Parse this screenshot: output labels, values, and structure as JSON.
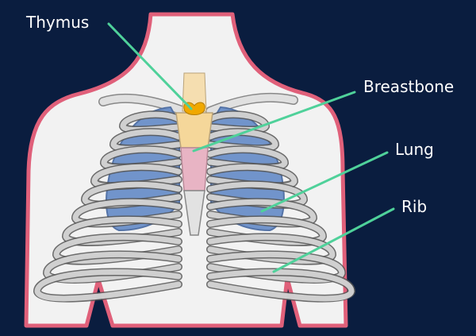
{
  "labels": {
    "thymus": "Thymus",
    "breastbone": "Breastbone",
    "lung": "Lung",
    "rib": "Rib"
  },
  "colors": {
    "background": "#0a1d3f",
    "body_fill": "#f2f2f2",
    "body_outline": "#e0607a",
    "lung": "#6b8fc9",
    "rib": "#d8d8d8",
    "rib_outline": "#555555",
    "breastbone": "#f5d79a",
    "breastbone_mid": "#e8b4c4",
    "thymus": "#f0a800",
    "leader_line": "#4fd19a",
    "label_text": "#ffffff"
  }
}
